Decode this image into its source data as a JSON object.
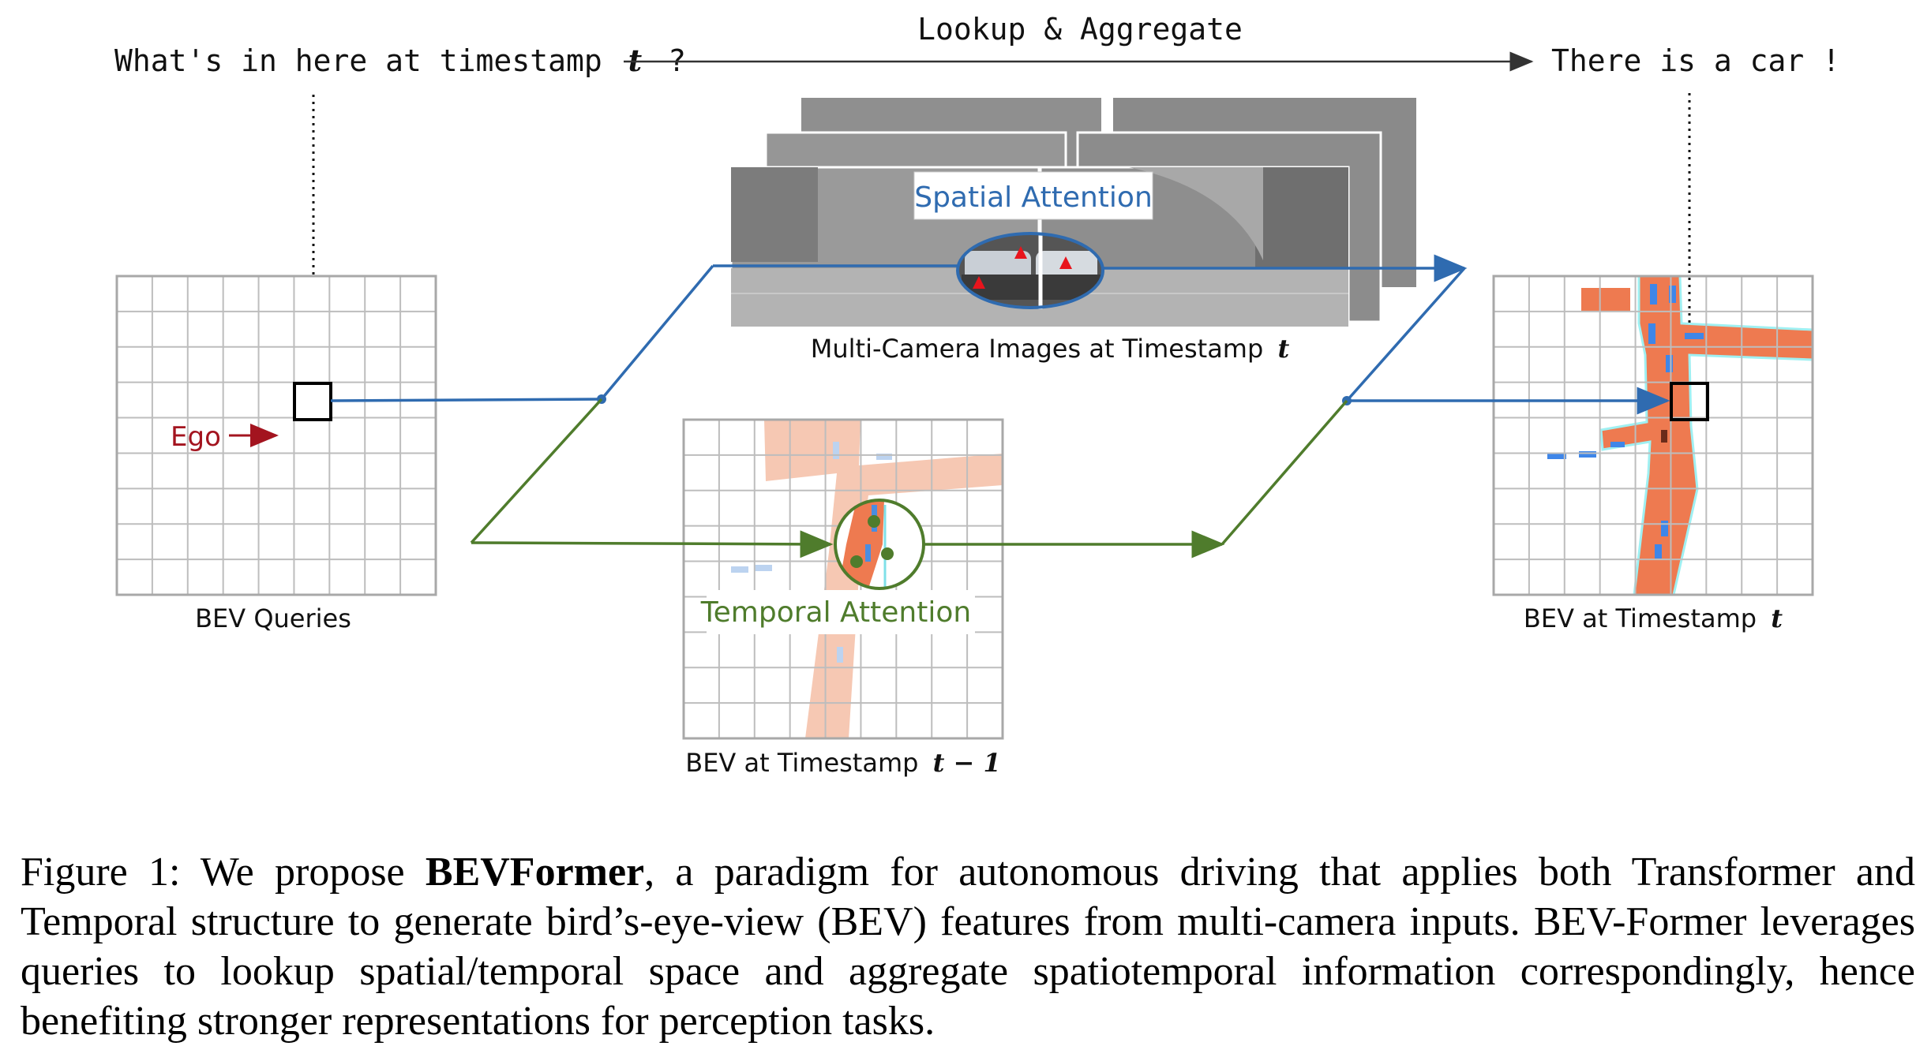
{
  "figure": {
    "top_left_question": "What's in here at timestamp",
    "question_var": "t",
    "question_end": "?",
    "top_center_label": "Lookup & Aggregate",
    "top_right_answer": "There is a car !",
    "spatial_attention_label": "Spatial Attention",
    "multi_camera_label": "Multi-Camera Images at Timestamp",
    "multi_camera_var": "t",
    "temporal_attention_label": "Temporal Attention",
    "bev_queries_label": "BEV Queries",
    "ego_label": "Ego",
    "bev_prev_label": "BEV at Timestamp",
    "bev_prev_var": "t − 1",
    "bev_now_label": "BEV at Timestamp",
    "bev_now_var": "t",
    "colors": {
      "spatial": "#2f6bb0",
      "temporal": "#4f7c2c",
      "road": "#ee7a50",
      "road_faded": "#f6c8b3",
      "ego": "#a3141f"
    }
  },
  "caption": {
    "prefix": "Figure 1: We propose ",
    "bold": "BEVFormer",
    "rest": ", a paradigm for autonomous driving that applies both Transformer and Temporal structure to generate bird’s-eye-view (BEV) features from multi-camera inputs. BEV-Former leverages queries to lookup spatial/temporal space and aggregate spatiotemporal information correspondingly, hence benefiting stronger representations for perception tasks."
  }
}
